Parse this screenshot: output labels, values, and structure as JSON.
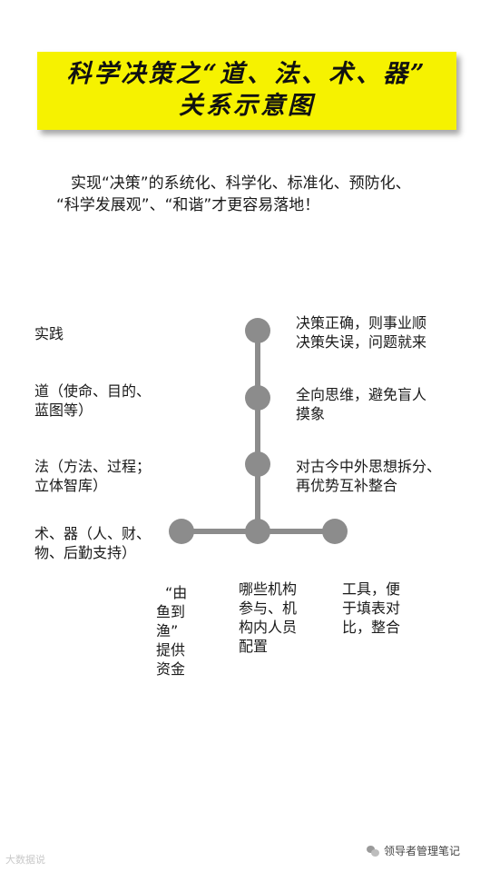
{
  "title": {
    "line1": "科学决策之“道、法、术、器”",
    "line2": "关系示意图"
  },
  "intro": {
    "line1": "实现“决策”的系统化、科学化、标准化、预防化、",
    "line2": "“科学发展观”、“和谐”才更容易落地！"
  },
  "left_labels": {
    "practice": "实践",
    "dao": [
      "道（使命、目的、",
      "蓝图等）"
    ],
    "fa": [
      "法（方法、过程；",
      "立体智库）"
    ],
    "shu": [
      "术、器（人、财、",
      "物、后勤支持）"
    ]
  },
  "right_labels": {
    "node1": [
      "决策正确，则事业顺",
      "决策失误，问题就来"
    ],
    "node2": [
      "全向思维，避免盲人",
      "摸象"
    ],
    "node3": [
      "对古今中外思想拆分、",
      "再优势互补整合"
    ]
  },
  "bottom_labels": {
    "left": [
      "“由",
      "鱼到",
      "渔”",
      "提供",
      "资金"
    ],
    "center": [
      "哪些机构",
      "参与、机",
      "构内人员",
      "配置"
    ],
    "right": [
      "工具，便",
      "于填表对",
      "比，整合"
    ]
  },
  "footer": {
    "left": "大数据说",
    "right": "领导者管理笔记"
  },
  "colors": {
    "banner": "#f6f200",
    "node": "#8c8c8c",
    "line": "#8c8c8c"
  }
}
